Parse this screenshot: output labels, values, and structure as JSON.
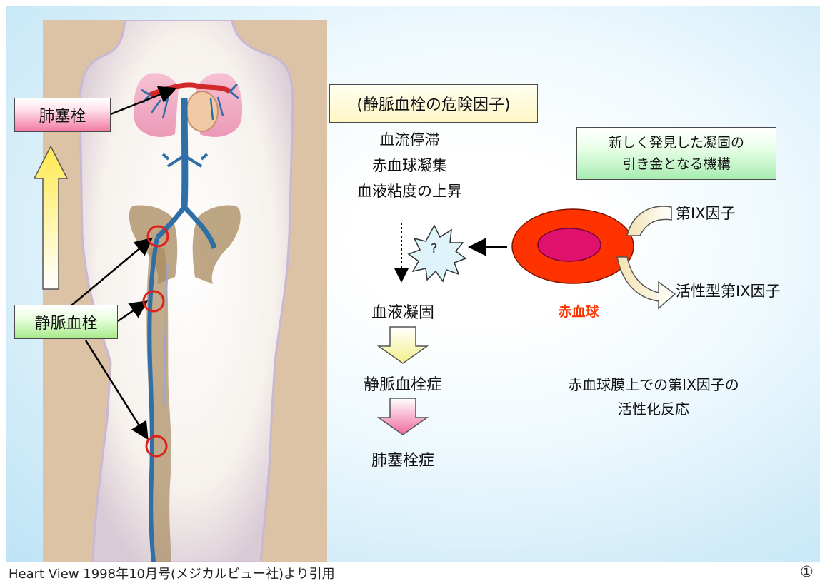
{
  "labels": {
    "pulmonary_embolism": "肺塞栓",
    "venous_thrombosis": "静脈血栓"
  },
  "risk_factors": {
    "title": "(静脈血栓の危険因子)",
    "items": [
      "血流停滞",
      "赤血球凝集",
      "血液粘度の上昇"
    ]
  },
  "mechanism": {
    "line1": "新しく発見した凝固の",
    "line2": "引き金となる機構"
  },
  "unknown_mark": "?",
  "flow": {
    "step1": "血液凝固",
    "step2": "静脈血栓症",
    "step3": "肺塞栓症"
  },
  "rbc": {
    "label": "赤血球",
    "factor_in": "第IX因子",
    "factor_out": "活性型第IX因子"
  },
  "activation": {
    "line1": "赤血球膜上での第IX因子の",
    "line2": "活性化反応"
  },
  "footer": {
    "citation": "Heart View 1998年10月号(メジカルビュー社)より引用",
    "page": "①"
  },
  "colors": {
    "skin_background": "#dcc3a6",
    "vein": "#2f6fa8",
    "artery_red": "#d22a2a",
    "lung": "#f0a8c0",
    "bone": "#a88a5e",
    "thrombus_circle": "#e0201a",
    "rbc_outer": "#ff3300",
    "rbc_inner": "#e0106e",
    "rbc_label": "#ff3300"
  },
  "icons": {
    "up_arrow": "upward-arrow",
    "thrombus_markers": "red-circle",
    "unknown_trigger": "starburst-question"
  }
}
